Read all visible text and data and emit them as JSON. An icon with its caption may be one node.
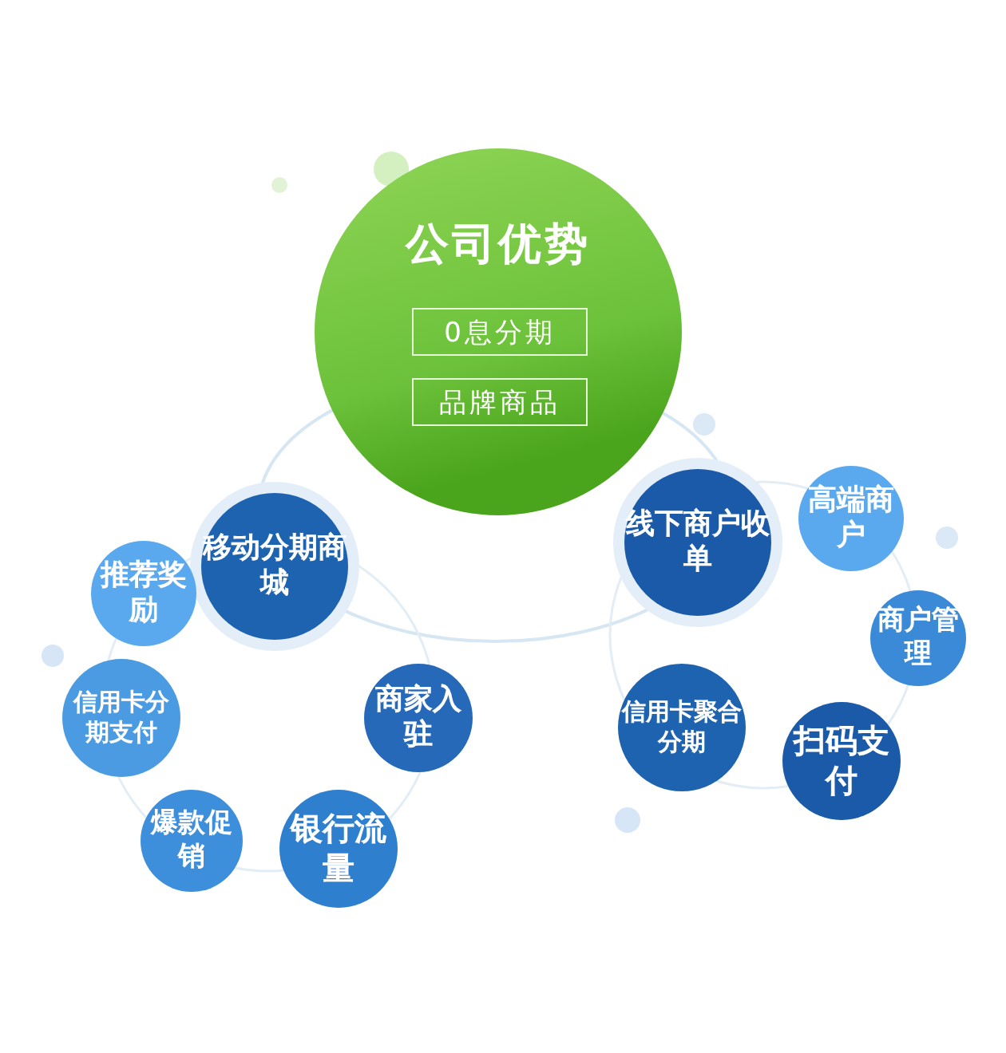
{
  "diagram": {
    "nodes": [
      {
        "text": [
          "公司优势"
        ]
      },
      {
        "text": [
          "0息分期"
        ],
        "in": 0
      },
      {
        "text": [
          "品牌商品"
        ],
        "in": 0
      },
      {
        "text": [
          "移动分期商城"
        ]
      },
      {
        "text": [
          "推荐奖励"
        ]
      },
      {
        "text": [
          "信用卡分期支付"
        ]
      },
      {
        "text": [
          "爆款促销"
        ]
      },
      {
        "text": [
          "银行流量"
        ]
      },
      {
        "text": [
          "商家入驻"
        ]
      },
      {
        "text": [
          "线下商户收单"
        ]
      },
      {
        "text": [
          "高端商户"
        ]
      },
      {
        "text": [
          "商户管理"
        ]
      },
      {
        "text": [
          "信用卡聚合分期"
        ]
      },
      {
        "text": [
          "扫码支付"
        ]
      }
    ]
  }
}
